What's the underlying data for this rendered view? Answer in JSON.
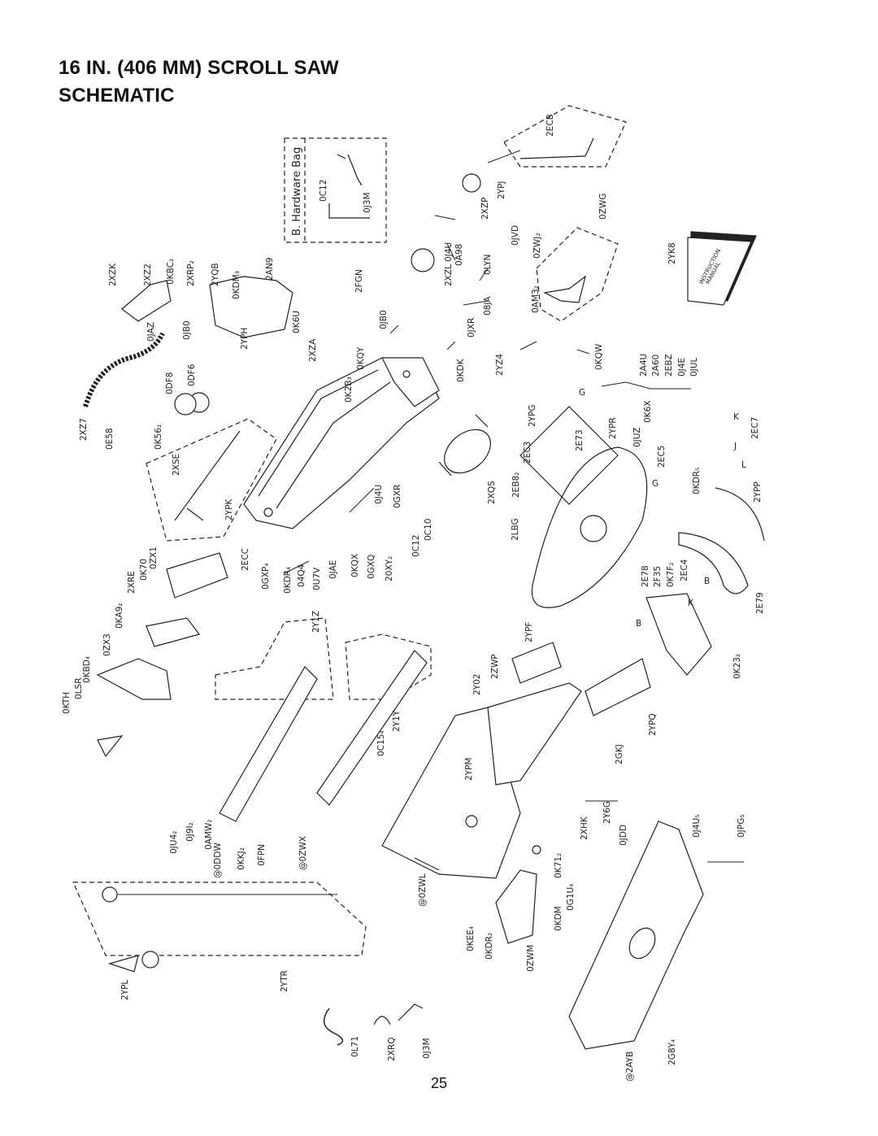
{
  "title_line1": "16 IN. (406 MM) SCROLL SAW",
  "title_line2": "SCHEMATIC",
  "page_number": "25",
  "hardware_bag": {
    "title": "B. Hardware Bag",
    "items": [
      "0C12",
      "0J3M"
    ],
    "ref": "2FGN"
  },
  "manual_text": [
    "INSTRUCTION",
    "MANUAL"
  ],
  "callouts": [
    {
      "id": "c1",
      "text": "2ECB"
    },
    {
      "id": "c2",
      "text": "2YPJ"
    },
    {
      "id": "c3",
      "text": "2XZP"
    },
    {
      "id": "c4",
      "text": "0ZWG"
    },
    {
      "id": "c5",
      "text": "0JVD"
    },
    {
      "id": "c6",
      "text": "0ZWJ₂"
    },
    {
      "id": "c7",
      "text": "2YK8"
    },
    {
      "id": "c8",
      "text": "0J4U"
    },
    {
      "id": "c9",
      "text": "0A98"
    },
    {
      "id": "c10",
      "text": "2XZL"
    },
    {
      "id": "c11",
      "text": "0LYN"
    },
    {
      "id": "c12",
      "text": "0AM3₂"
    },
    {
      "id": "c13",
      "text": "08JA"
    },
    {
      "id": "c14",
      "text": "0JXR"
    },
    {
      "id": "c15",
      "text": "0KQW"
    },
    {
      "id": "c16",
      "text": "0JB0"
    },
    {
      "id": "c17",
      "text": "2YZ4"
    },
    {
      "id": "c18",
      "text": "0KQY"
    },
    {
      "id": "c19",
      "text": "0KDK"
    },
    {
      "id": "c20",
      "text": "2A4U"
    },
    {
      "id": "c21",
      "text": "2A60"
    },
    {
      "id": "c22",
      "text": "2EBZ"
    },
    {
      "id": "c23",
      "text": "0J4E"
    },
    {
      "id": "c24",
      "text": "0JUL"
    },
    {
      "id": "c25",
      "text": "G"
    },
    {
      "id": "c26",
      "text": "0K2B₃"
    },
    {
      "id": "c27",
      "text": "2XZK"
    },
    {
      "id": "c28",
      "text": "2XZ2"
    },
    {
      "id": "c29",
      "text": "0KBC₂"
    },
    {
      "id": "c30",
      "text": "2XRP₂"
    },
    {
      "id": "c31",
      "text": "2YQB"
    },
    {
      "id": "c32",
      "text": "0KDM₃"
    },
    {
      "id": "c33",
      "text": "2AN9"
    },
    {
      "id": "c34",
      "text": "0JAZ"
    },
    {
      "id": "c35",
      "text": "0JB0"
    },
    {
      "id": "c36",
      "text": "0K6U"
    },
    {
      "id": "c37",
      "text": "2YPH"
    },
    {
      "id": "c38",
      "text": "2XZA"
    },
    {
      "id": "c39",
      "text": "0DF8"
    },
    {
      "id": "c40",
      "text": "0DF6"
    },
    {
      "id": "c41",
      "text": "2YPR"
    },
    {
      "id": "c42",
      "text": "0K6X"
    },
    {
      "id": "c43",
      "text": "2YPG"
    },
    {
      "id": "c44",
      "text": "2E73"
    },
    {
      "id": "c45",
      "text": "0JUZ"
    },
    {
      "id": "c46",
      "text": "2EC7"
    },
    {
      "id": "c47",
      "text": "K"
    },
    {
      "id": "c48",
      "text": "2XZ7"
    },
    {
      "id": "c49",
      "text": "0E58"
    },
    {
      "id": "c50",
      "text": "0K56₂"
    },
    {
      "id": "c51",
      "text": "2XSE"
    },
    {
      "id": "c52",
      "text": "2EC3"
    },
    {
      "id": "c53",
      "text": "2EC5"
    },
    {
      "id": "c54",
      "text": "J"
    },
    {
      "id": "c55",
      "text": "L"
    },
    {
      "id": "c56",
      "text": "2XQS"
    },
    {
      "id": "c57",
      "text": "2EB8₂"
    },
    {
      "id": "c58",
      "text": "G"
    },
    {
      "id": "c59",
      "text": "0KDR₅"
    },
    {
      "id": "c60",
      "text": "2YPP"
    },
    {
      "id": "c61",
      "text": "0J4U"
    },
    {
      "id": "c62",
      "text": "0GXR"
    },
    {
      "id": "c63",
      "text": "2YPK"
    },
    {
      "id": "c64",
      "text": "2LBG"
    },
    {
      "id": "c65",
      "text": "0C10"
    },
    {
      "id": "c66",
      "text": "0C12"
    },
    {
      "id": "c67",
      "text": "2ECC"
    },
    {
      "id": "c68",
      "text": "0GXP₄"
    },
    {
      "id": "c69",
      "text": "0KDR₄"
    },
    {
      "id": "c70",
      "text": "04Q4"
    },
    {
      "id": "c71",
      "text": "0U7V"
    },
    {
      "id": "c72",
      "text": "0JAE"
    },
    {
      "id": "c73",
      "text": "0KQX"
    },
    {
      "id": "c74",
      "text": "0GXQ"
    },
    {
      "id": "c75",
      "text": "20XY₂"
    },
    {
      "id": "c76",
      "text": "2E78"
    },
    {
      "id": "c77",
      "text": "2F35"
    },
    {
      "id": "c78",
      "text": "0K7F₂"
    },
    {
      "id": "c79",
      "text": "2EC4"
    },
    {
      "id": "c80",
      "text": "B"
    },
    {
      "id": "c81",
      "text": "K"
    },
    {
      "id": "c82",
      "text": "2E79"
    },
    {
      "id": "c83",
      "text": "0K70"
    },
    {
      "id": "c84",
      "text": "0ZX1"
    },
    {
      "id": "c85",
      "text": "2XRE"
    },
    {
      "id": "c86",
      "text": "0KA9₂"
    },
    {
      "id": "c87",
      "text": "2Y1Z"
    },
    {
      "id": "c88",
      "text": "2YPF"
    },
    {
      "id": "c89",
      "text": "B"
    },
    {
      "id": "c90",
      "text": "0K23₂"
    },
    {
      "id": "c91",
      "text": "0ZX3"
    },
    {
      "id": "c92",
      "text": "0KBD₄"
    },
    {
      "id": "c93",
      "text": "0LSR"
    },
    {
      "id": "c94",
      "text": "0KTH"
    },
    {
      "id": "c95",
      "text": "2ZWP"
    },
    {
      "id": "c96",
      "text": "2Y02"
    },
    {
      "id": "c97",
      "text": "2Y1Y"
    },
    {
      "id": "c98",
      "text": "0C15₄"
    },
    {
      "id": "c99",
      "text": "2YPQ"
    },
    {
      "id": "c100",
      "text": "2GKJ"
    },
    {
      "id": "c101",
      "text": "2YPM"
    },
    {
      "id": "c102",
      "text": "2Y6G"
    },
    {
      "id": "c103",
      "text": "0JU4₂"
    },
    {
      "id": "c104",
      "text": "0J9I₂"
    },
    {
      "id": "c105",
      "text": "0AMW₂"
    },
    {
      "id": "c106",
      "text": "@0DDW"
    },
    {
      "id": "c107",
      "text": "0KKJ₂"
    },
    {
      "id": "c108",
      "text": "0FPN"
    },
    {
      "id": "c109",
      "text": "@0ZWX"
    },
    {
      "id": "c110",
      "text": "2XHK"
    },
    {
      "id": "c111",
      "text": "0JDD"
    },
    {
      "id": "c112",
      "text": "0J4U₅"
    },
    {
      "id": "c113",
      "text": "0JPG₅"
    },
    {
      "id": "c114",
      "text": "0K71₂"
    },
    {
      "id": "c115",
      "text": "@0ZWL"
    },
    {
      "id": "c116",
      "text": "0KDM"
    },
    {
      "id": "c117",
      "text": "0G1U₄"
    },
    {
      "id": "c118",
      "text": "0KEE₄"
    },
    {
      "id": "c119",
      "text": "0KDR₂"
    },
    {
      "id": "c120",
      "text": "0ZWM"
    },
    {
      "id": "c121",
      "text": "2YPL"
    },
    {
      "id": "c122",
      "text": "2YTR"
    },
    {
      "id": "c123",
      "text": "0L71"
    },
    {
      "id": "c124",
      "text": "2XRQ"
    },
    {
      "id": "c125",
      "text": "0J3M"
    },
    {
      "id": "c126",
      "text": "@2AYB"
    },
    {
      "id": "c127",
      "text": "2G8Y₄"
    }
  ]
}
